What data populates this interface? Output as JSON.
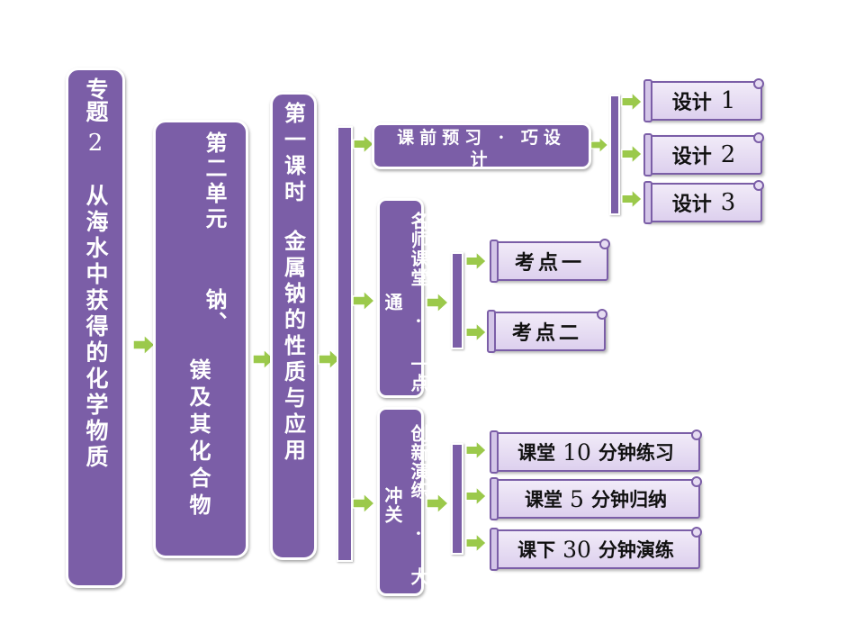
{
  "topic": {
    "label": "专题",
    "number": "2",
    "title": "从海水中获得的化学物质"
  },
  "unit": {
    "line1": "第二单元",
    "line2": "钠、",
    "line3": "镁及其化合物"
  },
  "lesson": {
    "line1": "第一课时",
    "line2": "金属钠的性质与应用"
  },
  "sections": [
    {
      "label": "课前预习 · 巧设计",
      "items": [
        {
          "word": "设计",
          "number": "1"
        },
        {
          "word": "设计",
          "number": "2"
        },
        {
          "word": "设计",
          "number": "3"
        }
      ]
    },
    {
      "label": "名师课堂 · 一点通",
      "items": [
        {
          "text": "考点一"
        },
        {
          "text": "考点二"
        }
      ]
    },
    {
      "label": "创新演练 · 大冲关",
      "items": [
        {
          "pre": "课堂",
          "number": "10",
          "post": "分钟练习"
        },
        {
          "pre": "课堂",
          "number": "5",
          "post": "分钟归纳"
        },
        {
          "pre": "课下",
          "number": "30",
          "post": "分钟演练"
        }
      ]
    }
  ],
  "colors": {
    "box": "#7b5ea7",
    "arrow": "#9bc94b",
    "scroll": "#e8dff4"
  }
}
